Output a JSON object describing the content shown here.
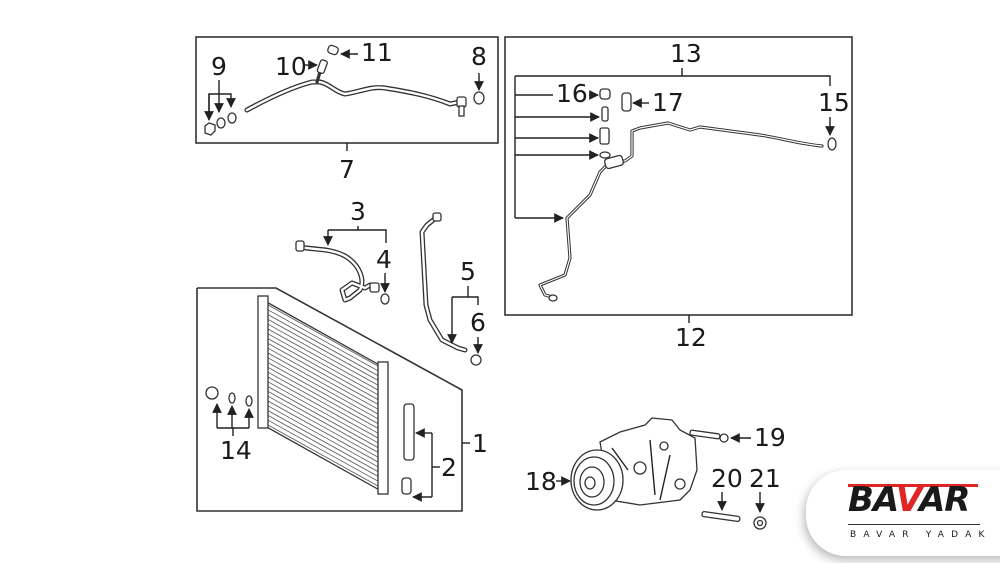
{
  "diagram": {
    "title": "A/C condenser, lines and compressor parts diagram",
    "callouts": {
      "c1": "1",
      "c2": "2",
      "c3": "3",
      "c4": "4",
      "c5": "5",
      "c6": "6",
      "c7": "7",
      "c8": "8",
      "c9": "9",
      "c10": "10",
      "c11": "11",
      "c12": "12",
      "c13": "13",
      "c14": "14",
      "c15": "15",
      "c16": "16",
      "c17": "17",
      "c18": "18",
      "c19": "19",
      "c20": "20",
      "c21": "21"
    }
  },
  "logo": {
    "brand_prefix": "BA",
    "brand_v": "V",
    "brand_suffix": "AR",
    "tagline": "BAVAR YADAK",
    "accent_color": "#e02525"
  }
}
